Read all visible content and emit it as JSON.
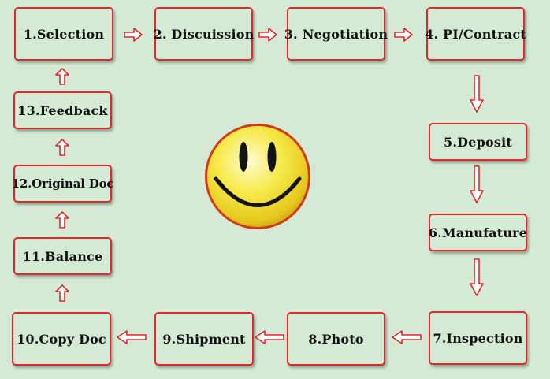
{
  "steps": [
    {
      "id": 1,
      "label": "1.Selection"
    },
    {
      "id": 2,
      "label": "2. Discuission"
    },
    {
      "id": 3,
      "label": "3. Negotiation"
    },
    {
      "id": 4,
      "label": "4. PI/Contract"
    },
    {
      "id": 5,
      "label": "5.Deposit"
    },
    {
      "id": 6,
      "label": "6.Manufature"
    },
    {
      "id": 7,
      "label": "7.Inspection"
    },
    {
      "id": 8,
      "label": "8.Photo"
    },
    {
      "id": 9,
      "label": "9.Shipment"
    },
    {
      "id": 10,
      "label": "10.Copy Doc"
    },
    {
      "id": 11,
      "label": "11.Balance"
    },
    {
      "id": 12,
      "label": "12.Original Doc"
    },
    {
      "id": 13,
      "label": "13.Feedback"
    }
  ],
  "colors": {
    "background": "#d5ead5",
    "box_border": "#e3262c",
    "arrow_outline": "#e3262c",
    "arrow_fill": "#ffffff",
    "smiley_face": "#f4e030",
    "smiley_outline": "#d43a1a"
  },
  "icons": {
    "center": "smiley-face-icon",
    "connector": "outline-arrow-icon"
  }
}
